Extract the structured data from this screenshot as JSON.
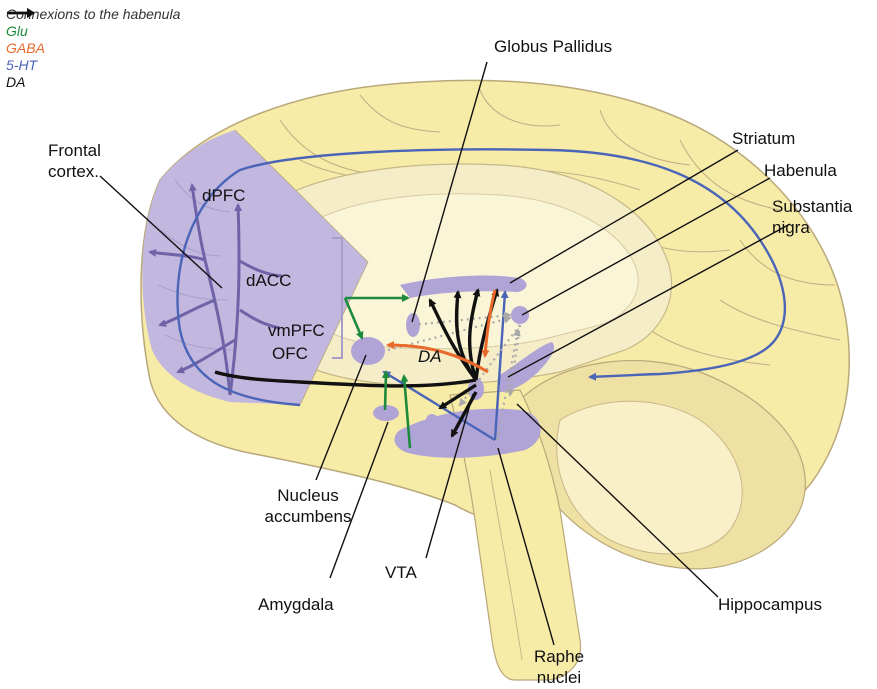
{
  "legend": [
    {
      "label": "Connexions to the habenula",
      "color": "#a9a9a9",
      "style": "dotted"
    },
    {
      "label": "Glu",
      "color": "#1e8a3c",
      "style": "solid"
    },
    {
      "label": "GABA",
      "color": "#e8692a",
      "style": "solid"
    },
    {
      "label": "5-HT",
      "color": "#4a64b8",
      "style": "solid"
    },
    {
      "label": "DA",
      "color": "#111111",
      "style": "solid"
    }
  ],
  "regions": {
    "frontal_cortex": [
      "Frontal",
      "cortex."
    ],
    "dpfc": "dPFC",
    "dacc": "dACC",
    "vmpfc": "vmPFC",
    "ofc": "OFC",
    "da_label": "DA",
    "globus_pallidus": "Globus Pallidus",
    "striatum": "Striatum",
    "habenula": "Habenula",
    "substantia_nigra": [
      "Substantia",
      "nigra"
    ],
    "nucleus_accumbens": [
      "Nucleus",
      "accumbens"
    ],
    "amygdala": "Amygdala",
    "vta": "VTA",
    "hippocampus": "Hippocampus",
    "raphe_nuclei": [
      "Raphe",
      "nuclei"
    ]
  },
  "colors": {
    "brain": "#f7eba8",
    "brain_outline": "#b9a87a",
    "inner": "#f5ecc8",
    "cortex_region": "#c2b7df",
    "nucleus": "#b0a4d6",
    "glu": "#1e8a3c",
    "gaba": "#e8692a",
    "serotonin": "#4a64b8",
    "dopamine": "#111111",
    "habenula_link": "#a9a9a9"
  }
}
